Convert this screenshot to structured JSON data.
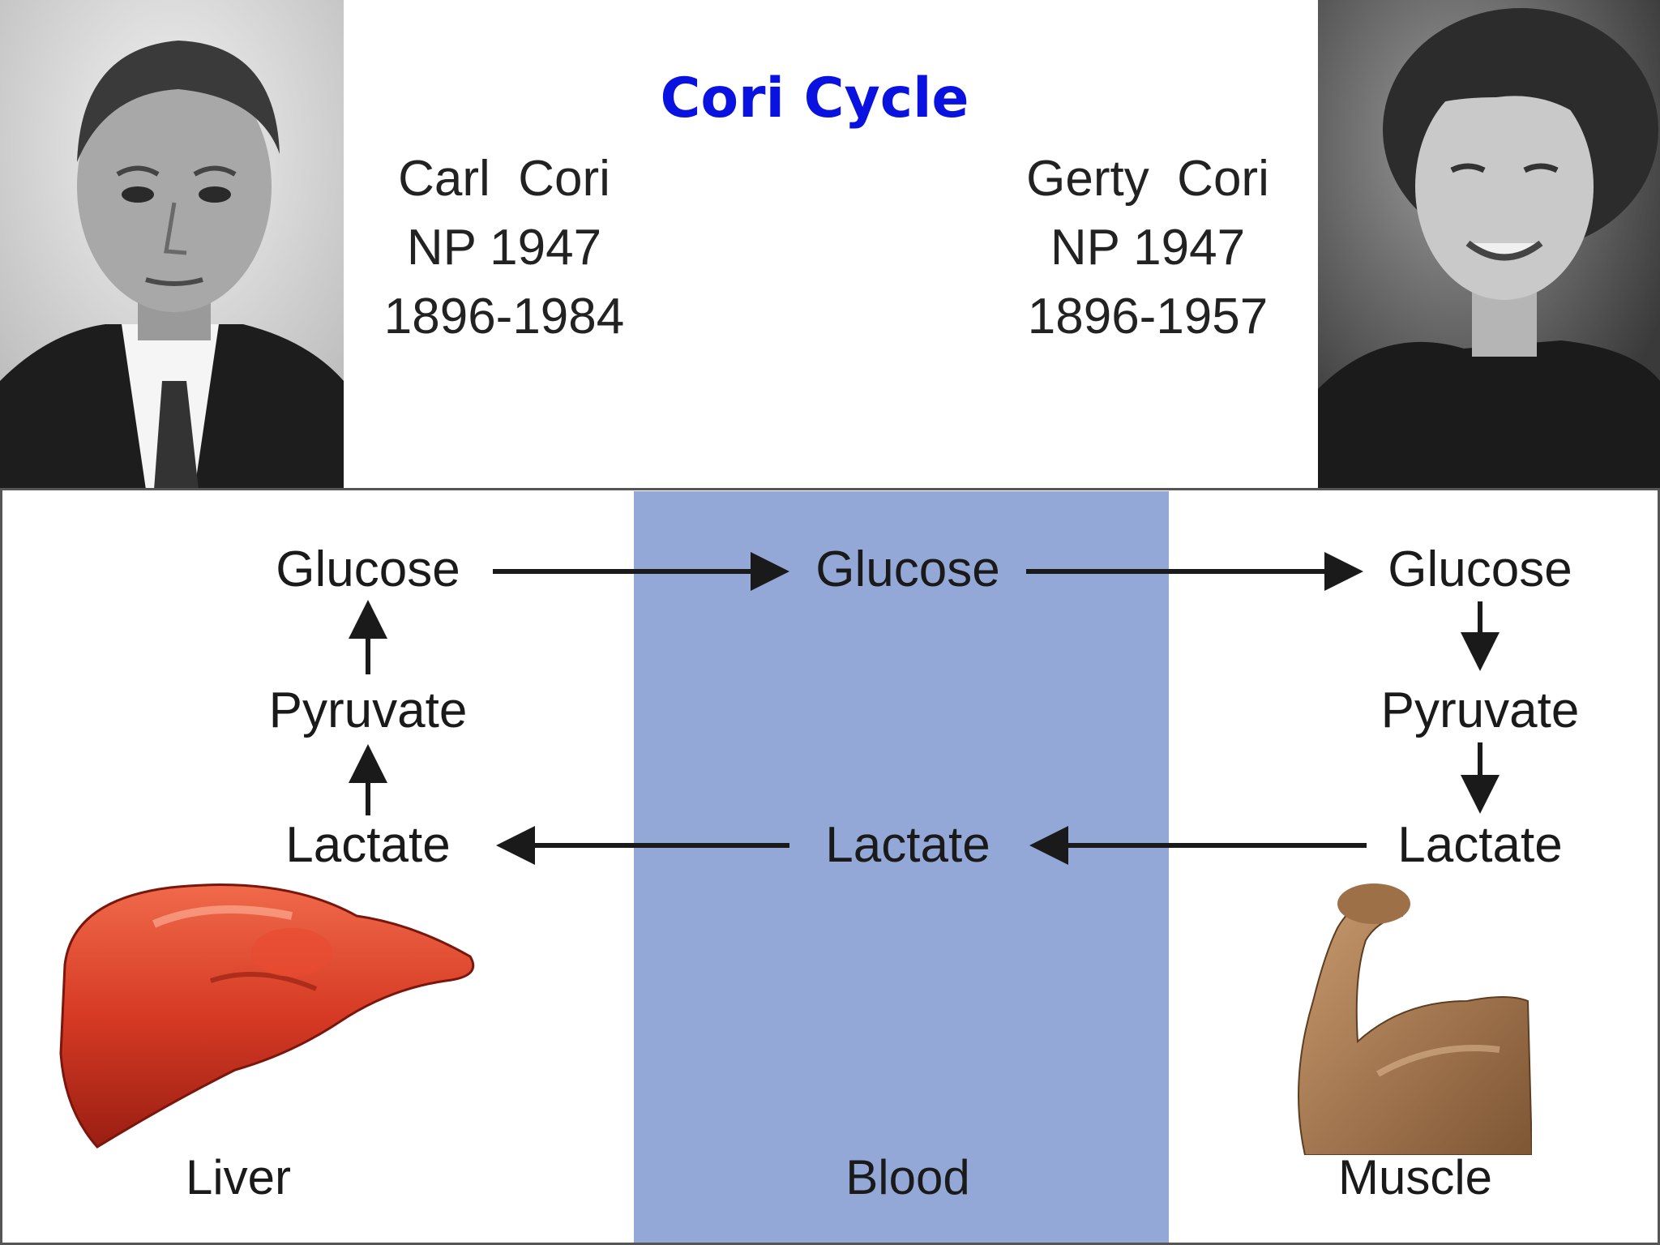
{
  "title": "Cori Cycle",
  "scientists": {
    "left": {
      "name": "Carl  Cori",
      "award": "NP 1947",
      "years": "1896-1984"
    },
    "right": {
      "name": "Gerty  Cori",
      "award": "NP 1947",
      "years": "1896-1957"
    }
  },
  "diagram": {
    "liver": {
      "glucose": "Glucose",
      "pyruvate": "Pyruvate",
      "lactate": "Lactate",
      "label": "Liver"
    },
    "blood": {
      "glucose": "Glucose",
      "lactate": "Lactate",
      "label": "Blood"
    },
    "muscle": {
      "glucose": "Glucose",
      "pyruvate": "Pyruvate",
      "lactate": "Lactate",
      "label": "Muscle"
    }
  },
  "colors": {
    "title": "#0a12e0",
    "blood_band": "#93a8d6",
    "liver": "#d63a24",
    "arm": "#b08660"
  }
}
